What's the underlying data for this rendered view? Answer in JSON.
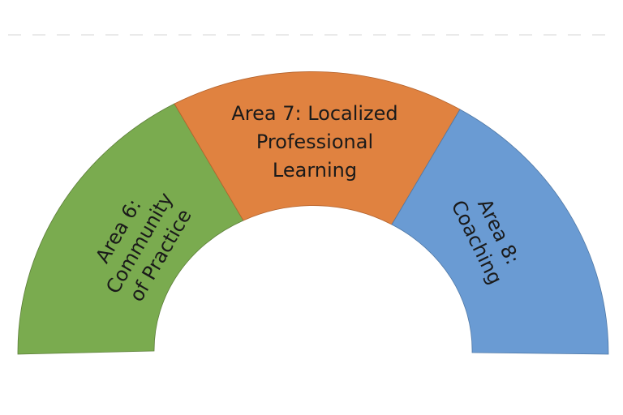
{
  "segments": [
    {
      "id": "area-6",
      "lines": [
        "Area 6:",
        "Community",
        "of Practice"
      ],
      "color": "#7aab4f"
    },
    {
      "id": "area-7",
      "lines": [
        "Area 7: Localized",
        "Professional",
        "Learning"
      ],
      "color": "#e08240"
    },
    {
      "id": "area-8",
      "lines": [
        "Area 8:",
        "Coaching"
      ],
      "color": "#6a9bd3"
    }
  ]
}
